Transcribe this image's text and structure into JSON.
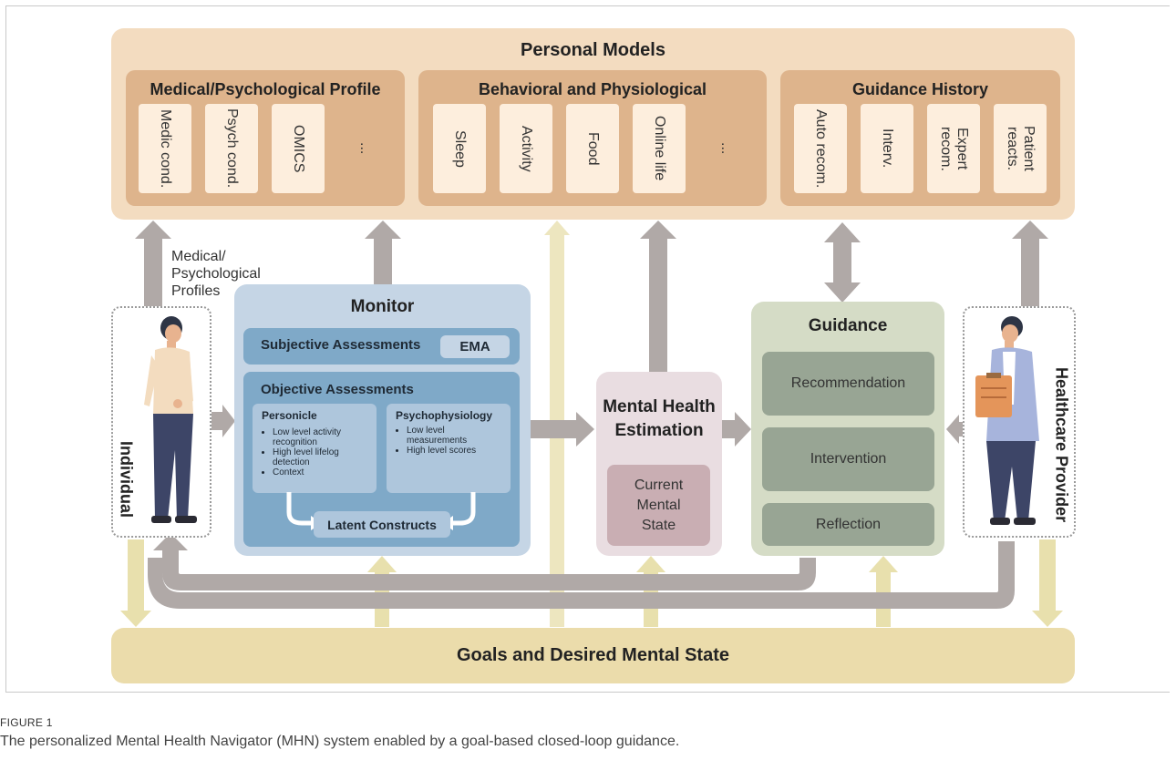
{
  "personal_models": {
    "title": "Personal Models",
    "medical_profile": {
      "title": "Medical/Psychological Profile",
      "items": [
        "Medic cond.",
        "Psych cond.",
        "OMICS",
        "..."
      ]
    },
    "behavioral": {
      "title": "Behavioral and Physiological",
      "items": [
        "Sleep",
        "Activity",
        "Food",
        "Online life",
        "..."
      ]
    },
    "guidance_history": {
      "title": "Guidance History",
      "items": [
        "Auto recom.",
        "Interv.",
        "Expert recom.",
        "Patient reacts."
      ]
    }
  },
  "side_label": "Medical/ Psychological Profiles",
  "individual": {
    "label": "Individual"
  },
  "provider": {
    "label": "Healthcare Provider"
  },
  "monitor": {
    "title": "Monitor",
    "subjective": {
      "title": "Subjective Assessments",
      "ema": "EMA"
    },
    "objective": {
      "title": "Objective Assessments",
      "personicle": {
        "title": "Personicle",
        "bullets": [
          "Low level activity recognition",
          "High level lifelog detection",
          "Context"
        ]
      },
      "psychophysiology": {
        "title": "Psychophysiology",
        "bullets": [
          "Low level measurements",
          "High level scores"
        ]
      },
      "latent": "Latent Constructs"
    }
  },
  "mhe": {
    "title": "Mental Health Estimation",
    "state": "Current Mental State"
  },
  "guidance": {
    "title": "Guidance",
    "items": [
      "Recommendation",
      "Intervention",
      "Reflection"
    ]
  },
  "goals": {
    "title": "Goals and Desired Mental State"
  },
  "figure": {
    "label": "FIGURE 1",
    "caption": "The personalized Mental Health Navigator (MHN) system enabled by a goal-based closed-loop guidance."
  },
  "colors": {
    "models_bg": "#f3dcc0",
    "models_panel": "#deb48c",
    "models_item": "#fdeedd",
    "monitor_bg": "#c5d5e5",
    "monitor_band": "#7fa9c8",
    "mhe_bg": "#e9dde1",
    "mhe_inner": "#c9aeb3",
    "guidance_bg": "#d5dcc6",
    "guidance_item": "#98a594",
    "goals_bg": "#ebdcab",
    "arrow_gray": "#b0a9a7",
    "arrow_yellow": "#e8e0ad"
  }
}
